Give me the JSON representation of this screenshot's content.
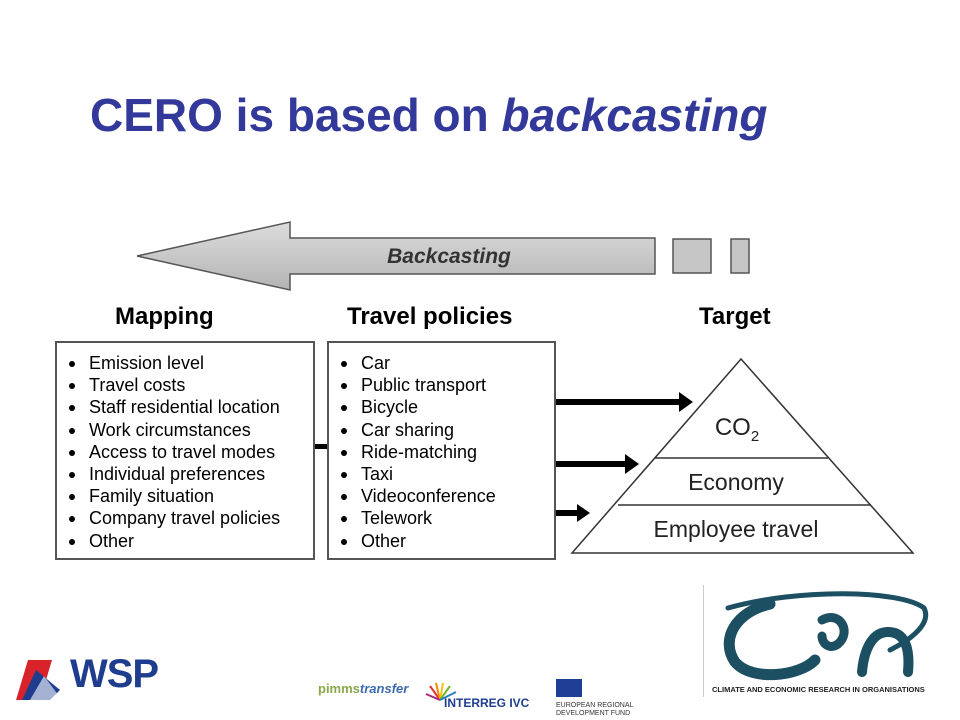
{
  "title": {
    "plain": "CERO is based on ",
    "emphasis": "backcasting"
  },
  "arrow": {
    "label": "Backcasting"
  },
  "columns": {
    "mapping": "Mapping",
    "policies": "Travel policies",
    "target": "Target"
  },
  "mapping_items": [
    "Emission level",
    "Travel costs",
    "Staff residential location",
    "Work circumstances",
    "Access to travel modes",
    "Individual preferences",
    "Family situation",
    "Company travel policies",
    "Other"
  ],
  "policy_items": [
    "Car",
    "Public transport",
    "Bicycle",
    "Car sharing",
    "Ride-matching",
    "Taxi",
    "Videoconference",
    "Telework",
    "Other"
  ],
  "pyramid": {
    "top": "CO",
    "top_sub": "2",
    "middle": "Economy",
    "bottom": "Employee travel"
  },
  "logos": {
    "wsp": "WSP",
    "pimms_a": "pimms",
    "pimms_b": "transfer",
    "interreg": "INTERREG IVC",
    "erdf_line1": "EUROPEAN REGIONAL",
    "erdf_line2": "DEVELOPMENT FUND",
    "cero_tagline": "CLIMATE AND ECONOMIC RESEARCH IN ORGANISATIONS"
  },
  "colors": {
    "title": "#33399a",
    "arrow_fill": "#c6c6c6",
    "wsp_blue": "#1e3d8f",
    "wsp_red": "#d8232a",
    "cero_teal": "#1d4f63"
  }
}
